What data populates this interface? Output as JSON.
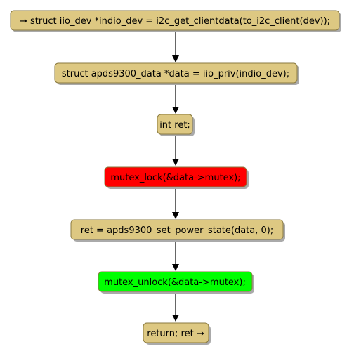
{
  "colors": {
    "default_fill": "#ddc882",
    "border": "#8a7a40",
    "shadow": "#aaaaaa",
    "arrow": "#000000",
    "lock_fill": "#ff0000",
    "unlock_fill": "#00ff00"
  },
  "nodes": [
    {
      "text": "→ struct iio_dev *indio_dev = i2c_get_clientdata(to_i2c_client(dev));",
      "fill": "#ddc882"
    },
    {
      "text": "struct apds9300_data *data = iio_priv(indio_dev);",
      "fill": "#ddc882"
    },
    {
      "text": "int ret;",
      "fill": "#ddc882"
    },
    {
      "text": "mutex_lock(&data->mutex);",
      "fill": "#ff0000"
    },
    {
      "text": "ret = apds9300_set_power_state(data, 0);",
      "fill": "#ddc882"
    },
    {
      "text": "mutex_unlock(&data->mutex);",
      "fill": "#00ff00"
    },
    {
      "text": "return; ret →",
      "fill": "#ddc882"
    }
  ]
}
